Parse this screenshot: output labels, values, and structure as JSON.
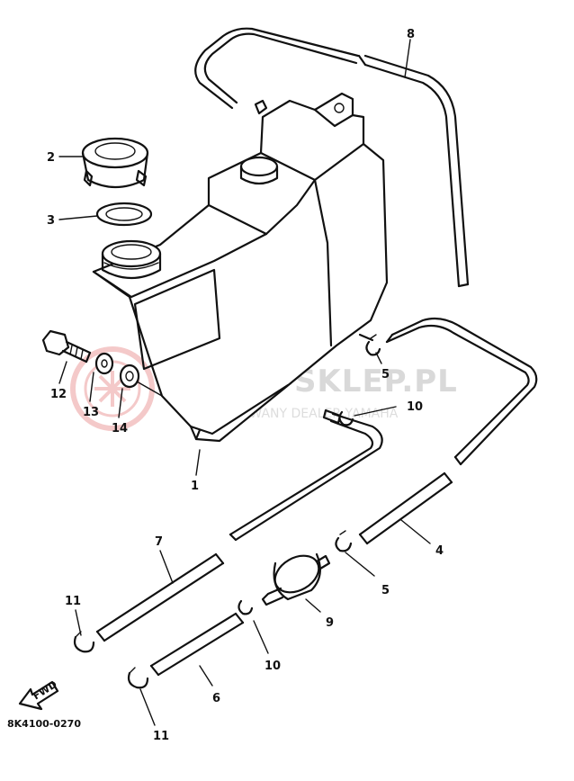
{
  "watermark": {
    "main": "YAMA-SKLEP.PL",
    "sub": "AUTORYZOWANY DEALER YAMAHA",
    "colors": {
      "logo": "#f4c9c9",
      "text": "#d9d9d9"
    }
  },
  "diagram_code": "8K4100-0270",
  "fwd_label": "FWD",
  "callouts": [
    {
      "id": "c1",
      "text": "1"
    },
    {
      "id": "c2",
      "text": "2"
    },
    {
      "id": "c3",
      "text": "3"
    },
    {
      "id": "c4",
      "text": "4"
    },
    {
      "id": "c5a",
      "text": "5"
    },
    {
      "id": "c5b",
      "text": "5"
    },
    {
      "id": "c6",
      "text": "6"
    },
    {
      "id": "c7",
      "text": "7"
    },
    {
      "id": "c8",
      "text": "8"
    },
    {
      "id": "c9",
      "text": "9"
    },
    {
      "id": "c10a",
      "text": "10"
    },
    {
      "id": "c10b",
      "text": "10"
    },
    {
      "id": "c11a",
      "text": "11"
    },
    {
      "id": "c11b",
      "text": "11"
    },
    {
      "id": "c12",
      "text": "12"
    },
    {
      "id": "c13",
      "text": "13"
    },
    {
      "id": "c14",
      "text": "14"
    }
  ]
}
